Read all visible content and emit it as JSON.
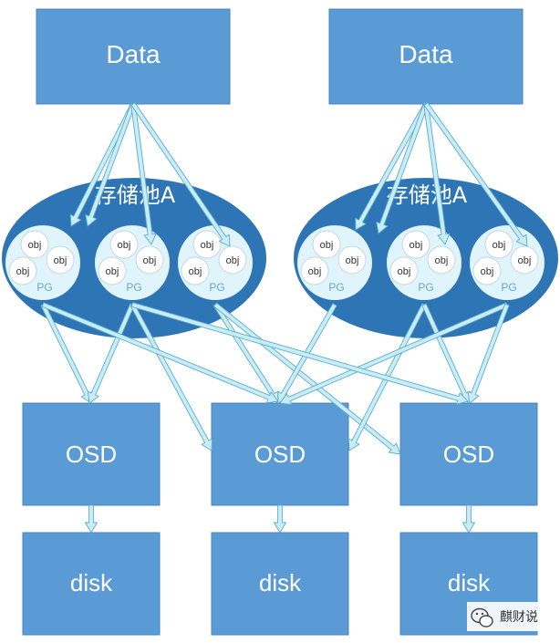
{
  "data_nodes": [
    {
      "label": "Data"
    },
    {
      "label": "Data"
    }
  ],
  "pools": [
    {
      "label": "存储池A"
    },
    {
      "label": "存储池A"
    }
  ],
  "pg": {
    "label": "PG",
    "obj_label": "obj"
  },
  "osd_nodes": [
    {
      "label": "OSD"
    },
    {
      "label": "OSD"
    },
    {
      "label": "OSD"
    }
  ],
  "disk_nodes": [
    {
      "label": "disk"
    },
    {
      "label": "disk"
    },
    {
      "label": "disk"
    }
  ],
  "watermark": {
    "label": "麒财说",
    "icon": "wechat-icon"
  },
  "colors": {
    "box": "#5b9bd5",
    "box_border": "#4a84bd",
    "pool": "#2e75b6",
    "pg_fill": "#dff4fb",
    "obj_fill": "#ffffff",
    "arrow_fill": "#c9ecf7",
    "arrow_stroke": "#5aaecb"
  }
}
